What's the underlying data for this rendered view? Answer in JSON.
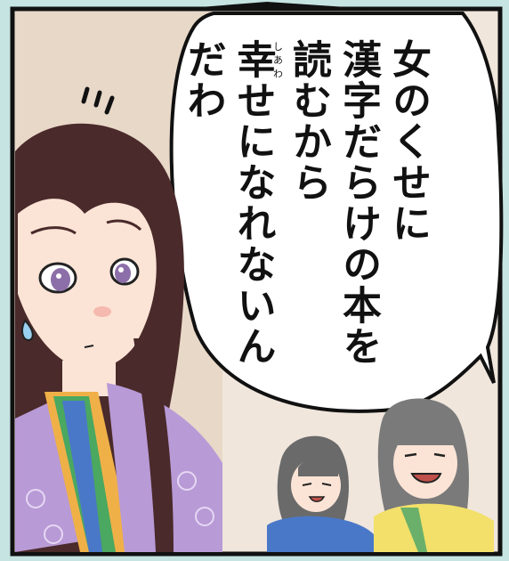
{
  "speech_bubble": {
    "lines": [
      "女のくせに",
      "漢字だらけの本を",
      "読むから",
      "幸せになれないん",
      "だわ"
    ],
    "ruby": {
      "base": "幸",
      "reading": "しあわ"
    },
    "line4_rest": "せになれないん"
  },
  "colors": {
    "panel_border": "#cfe6e6",
    "bubble_fill": "#ffffff",
    "background_wall": "#e8d8c8",
    "hair_dark": "#4a2a2a",
    "robe_purple": "#b89ad6",
    "robe_orange": "#f0b048",
    "robe_green": "#4aa860",
    "robe_blue": "#4a78c8",
    "attendant_robe_yellow": "#f2e06a"
  }
}
